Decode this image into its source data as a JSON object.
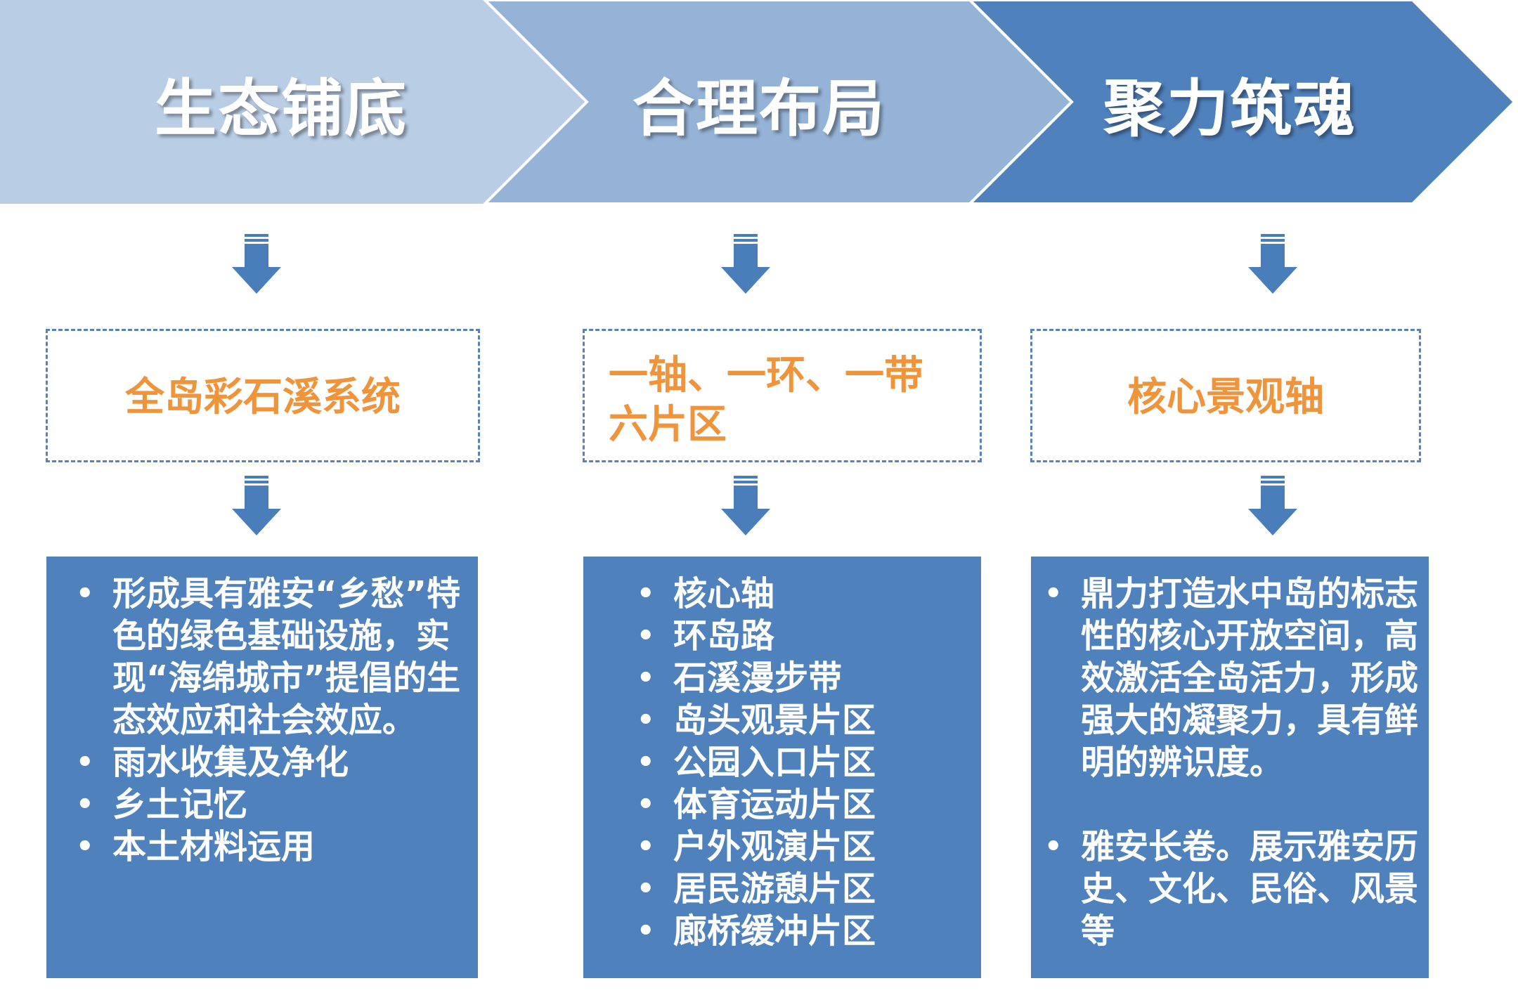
{
  "stages": [
    {
      "title": "生态铺底",
      "focus": "全岛彩石溪系统",
      "items": [
        "形成具有雅安“乡愁”特色的绿色基础设施，实现“海绵城市”提倡的生态效应和社会效应。",
        "雨水收集及净化",
        "乡土记忆",
        "本土材料运用"
      ]
    },
    {
      "title": "合理布局",
      "focus_line1": "一轴、一环、一带",
      "focus_line2": "六片区",
      "items": [
        "核心轴",
        "环岛路",
        "石溪漫步带",
        "岛头观景片区",
        "公园入口片区",
        "体育运动片区",
        "户外观演片区",
        "居民游憩片区",
        "廊桥缓冲片区"
      ]
    },
    {
      "title": "聚力筑魂",
      "focus": "核心景观轴",
      "items": [
        "鼎力打造水中岛的标志性的核心开放空间，高效激活全岛活力，形成强大的凝聚力，具有鲜明的辨识度。",
        "雅安长卷。展示雅安历史、文化、民俗、风景等"
      ]
    }
  ],
  "colors": {
    "chevron_1": "#b9cde5",
    "chevron_2": "#95b3d7",
    "chevron_3": "#4f81bd",
    "arrow": "#4a7ebb",
    "box": "#4f81bd",
    "dash": "#5a82b4",
    "focus_text": "#f0943c"
  }
}
